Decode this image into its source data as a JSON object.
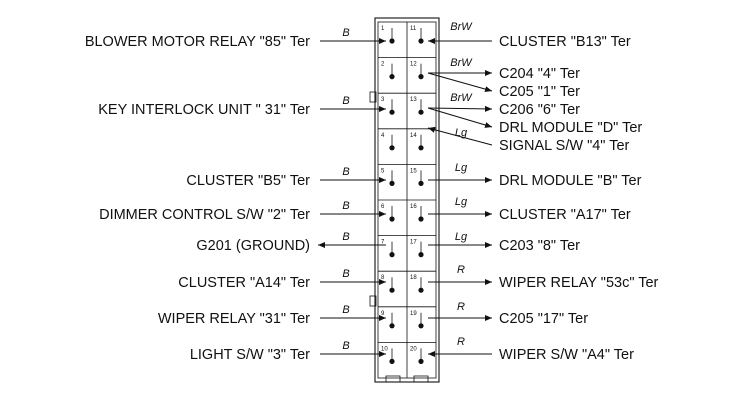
{
  "connector": {
    "pins_left": [
      "1",
      "2",
      "3",
      "4",
      "5",
      "6",
      "7",
      "8",
      "9",
      "10"
    ],
    "pins_right": [
      "11",
      "12",
      "13",
      "14",
      "15",
      "16",
      "17",
      "18",
      "19",
      "20"
    ]
  },
  "left": [
    {
      "label": "BLOWER MOTOR RELAY \"85\" Ter",
      "wire": "B",
      "dir": "in"
    },
    {
      "label": "KEY INTERLOCK UNIT \" 31\" Ter",
      "wire": "B",
      "dir": "in"
    },
    {
      "label": "CLUSTER \"B5\" Ter",
      "wire": "B",
      "dir": "in"
    },
    {
      "label": "DIMMER CONTROL S/W \"2\" Ter",
      "wire": "B",
      "dir": "in"
    },
    {
      "label": "G201 (GROUND)",
      "wire": "B",
      "dir": "out"
    },
    {
      "label": "CLUSTER \"A14\" Ter",
      "wire": "B",
      "dir": "in"
    },
    {
      "label": "WIPER RELAY \"31\" Ter",
      "wire": "B",
      "dir": "in"
    },
    {
      "label": "LIGHT S/W \"3\" Ter",
      "wire": "B",
      "dir": "in"
    }
  ],
  "right": [
    {
      "label": "CLUSTER \"B13\" Ter",
      "wire": "BrW",
      "dir": "in"
    },
    {
      "label": "C204 \"4\" Ter",
      "wire": "BrW",
      "dir": "out"
    },
    {
      "label": "C205 \"1\" Ter",
      "wire": "",
      "dir": "out"
    },
    {
      "label": "C206 \"6\" Ter",
      "wire": "BrW",
      "dir": "out"
    },
    {
      "label": "DRL MODULE \"D\" Ter",
      "wire": "",
      "dir": "out"
    },
    {
      "label": "SIGNAL S/W \"4\" Ter",
      "wire": "Lg",
      "dir": "in"
    },
    {
      "label": "DRL MODULE \"B\" Ter",
      "wire": "Lg",
      "dir": "out"
    },
    {
      "label": "CLUSTER \"A17\" Ter",
      "wire": "Lg",
      "dir": "out"
    },
    {
      "label": "C203 \"8\" Ter",
      "wire": "Lg",
      "dir": "out"
    },
    {
      "label": "WIPER RELAY \"53c\" Ter",
      "wire": "R",
      "dir": "out"
    },
    {
      "label": "C205 \"17\" Ter",
      "wire": "R",
      "dir": "out"
    },
    {
      "label": "WIPER S/W \"A4\" Ter",
      "wire": "R",
      "dir": "in"
    }
  ]
}
